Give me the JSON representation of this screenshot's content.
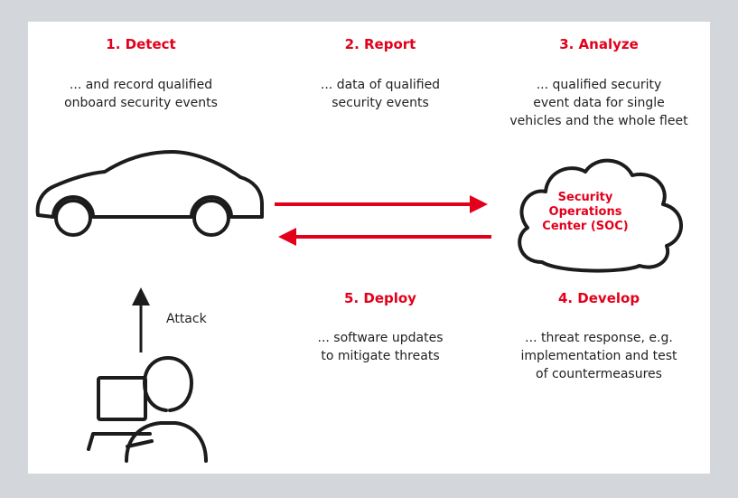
{
  "colors": {
    "accent": "#e3001b",
    "text": "#222222",
    "outline": "#1c1c1c",
    "background": "#d3d6da",
    "panel": "#ffffff"
  },
  "steps": {
    "detect": {
      "title": "1. Detect",
      "desc": "... and record qualified\nonboard security events"
    },
    "report": {
      "title": "2. Report",
      "desc": "... data of qualified\nsecurity events"
    },
    "analyze": {
      "title": "3. Analyze",
      "desc": "... qualified security\nevent data for single\nvehicles and the whole fleet"
    },
    "develop": {
      "title": "4. Develop",
      "desc": "... threat response, e.g.\nimplementation and test\nof countermeasures"
    },
    "deploy": {
      "title": "5. Deploy",
      "desc": "... software updates\nto mitigate threats"
    }
  },
  "soc_label": "Security\nOperations\nCenter (SOC)",
  "attack_label": "Attack",
  "icons": [
    "car-icon",
    "cloud-icon",
    "attacker-icon"
  ]
}
